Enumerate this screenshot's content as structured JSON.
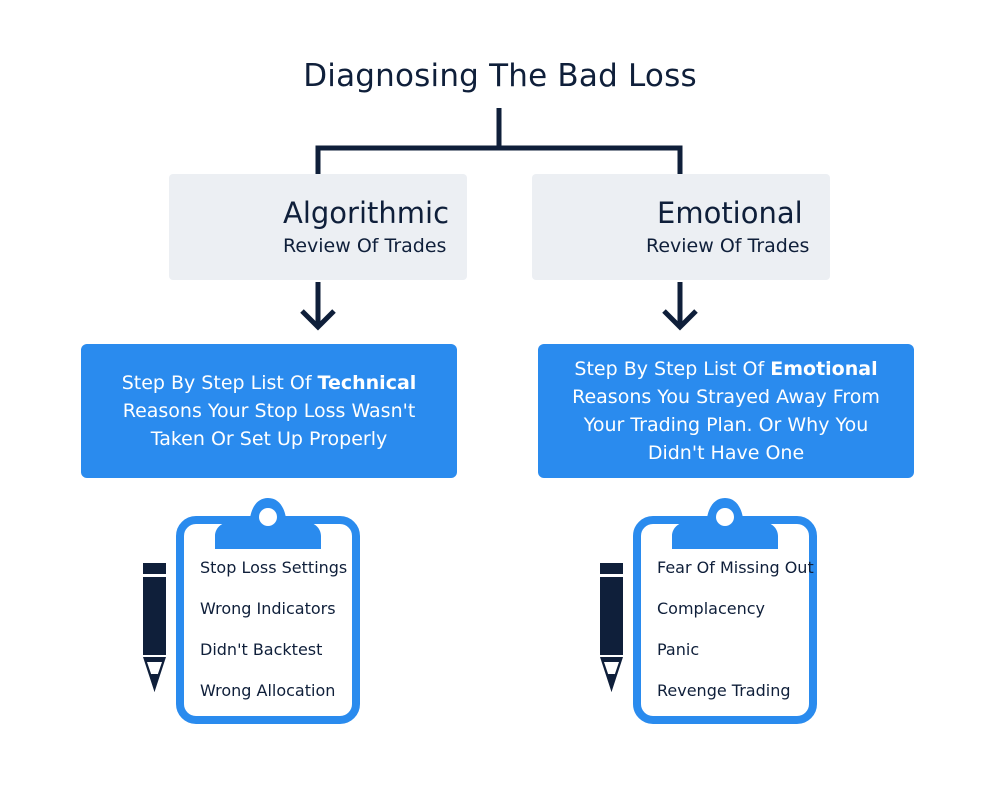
{
  "title": "Diagnosing The Bad Loss",
  "branches": [
    {
      "heading": "Algorithmic",
      "subheading": "Review Of Trades",
      "icon": "flowchart-icon",
      "step_prefix": "Step By Step List Of ",
      "step_bold": "Technical",
      "step_suffix": " Reasons Your Stop Loss Wasn't Taken Or Set Up Properly",
      "checklist": [
        "Stop Loss Settings",
        "Wrong Indicators",
        "Didn't Backtest",
        "Wrong Allocation"
      ]
    },
    {
      "heading": "Emotional",
      "subheading": "Review Of Trades",
      "icon": "head-dollar-icon",
      "step_prefix": "Step By Step List Of ",
      "step_bold": "Emotional",
      "step_suffix": " Reasons You Strayed Away From Your Trading Plan. Or Why You Didn't Have One",
      "checklist": [
        "Fear Of Missing Out",
        "Complacency",
        "Panic",
        "Revenge Trading"
      ]
    }
  ],
  "colors": {
    "navy": "#0f1f3a",
    "blue": "#2a8bee",
    "box_gray": "#eceff3"
  }
}
